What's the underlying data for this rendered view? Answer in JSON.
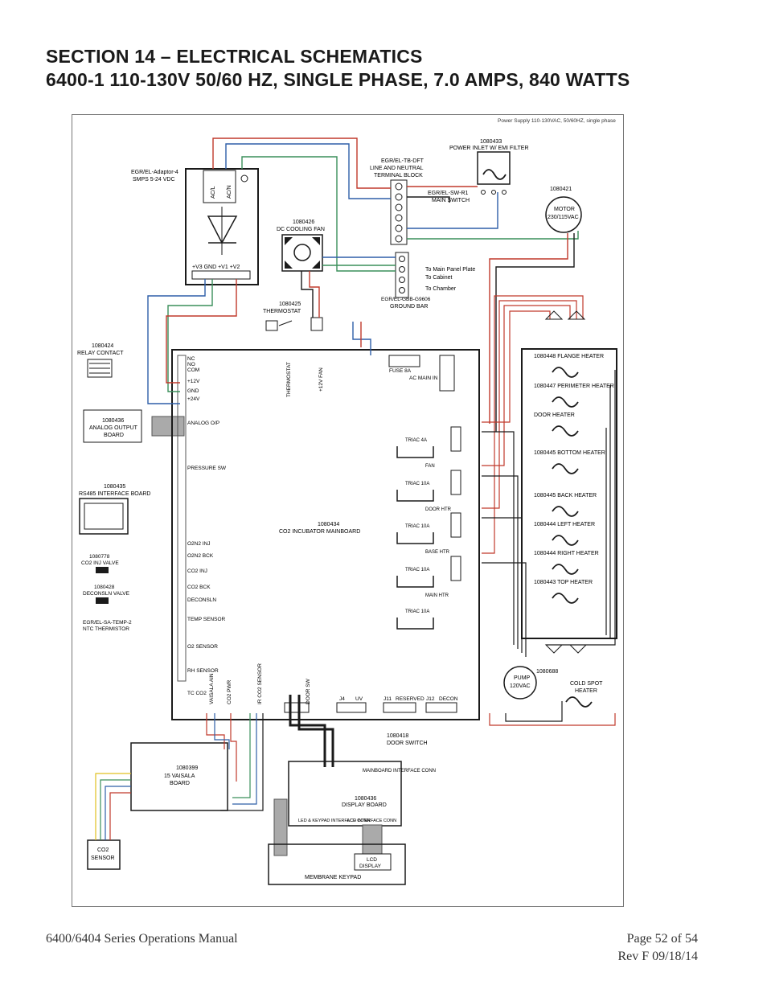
{
  "header": {
    "section_title": "SECTION 14 – ELECTRICAL SCHEMATICS",
    "model_title": "6400-1 110-130V 50/60 HZ, SINGLE PHASE, 7.0 AMPS, 840 WATTS"
  },
  "schematic": {
    "power_supply_note": "Power Supply 110-130VAC, 50/60HZ, single phase",
    "power_inlet": {
      "part": "1080433",
      "label": "POWER INLET W/ EMI FILTER"
    },
    "terminal_block": {
      "part": "EGR/EL-TB-DFT",
      "label1": "LINE AND NEUTRAL",
      "label2": "TERMINAL BLOCK"
    },
    "main_switch": {
      "part": "EGR/EL-SW-R1",
      "label": "MAIN SWITCH"
    },
    "smps": {
      "part": "EGR/EL-Adaptor-4",
      "label": "SMPS 5-24 VDC",
      "terminals": "+V3 GND  +V1 +V2",
      "ac_l": "AC/L",
      "ac_n": "AC/N"
    },
    "cooling_fan": {
      "part": "1080426",
      "label": "DC COOLING FAN"
    },
    "motor": {
      "part": "1080421",
      "label1": "MOTOR",
      "label2": "230/115VAC"
    },
    "ground_bar": {
      "part": "EGR/EL-GBB-G9606",
      "label": "GROUND BAR",
      "to_panel": "To Main Panel Plate",
      "to_cabinet": "To Cabinet",
      "to_chamber": "To Chamber"
    },
    "thermostat": {
      "part": "1080425",
      "label": "THERMOSTAT"
    },
    "relay_contact": {
      "part": "1080424",
      "label": "RELAY CONTACT"
    },
    "analog_output": {
      "part": "1080436",
      "label1": "ANALOG OUTPUT",
      "label2": "BOARD"
    },
    "rs485": {
      "part": "1080435",
      "label": "RS485 INTERFACE BOARD"
    },
    "mainboard": {
      "part": "1080434",
      "label": "CO2 INCUBATOR MAINBOARD",
      "fuse": "FUSE 8A",
      "ac_main_in": "AC MAIN IN"
    },
    "mainboard_pins": [
      "NC",
      "NO",
      "COM",
      "+12V",
      "GND",
      "+24V",
      "ANALOG O/P",
      "PRESSURE SW",
      "O2N2 INJ",
      "O2N2 BCK",
      "CO2 INJ",
      "CO2 BCK",
      "DECONSLN",
      "TEMP SENSOR",
      "O2 SENSOR",
      "RH SENSOR",
      "TC CO2"
    ],
    "triacs": [
      {
        "label": "TRIAC 4A",
        "output": "FAN"
      },
      {
        "label": "TRIAC 10A",
        "output": "DOOR HTR"
      },
      {
        "label": "TRIAC 10A",
        "output": "BASE HTR"
      },
      {
        "label": "TRIAC 10A",
        "output": "MAIN HTR"
      },
      {
        "label": "TRIAC 10A",
        "output": ""
      }
    ],
    "heaters": [
      "1080448 FLANGE HEATER",
      "1080447 PERIMETER HEATER",
      "DOOR HEATER",
      "1080445 BOTTOM HEATER",
      "1080445 BACK HEATER",
      "1080444 LEFT HEATER",
      "1080444 RIGHT HEATER",
      "1080443 TOP HEATER"
    ],
    "co2_inj_valve": {
      "part": "1080778",
      "label": "CO2 INJ VALVE"
    },
    "deconsln_valve": {
      "part": "1080428",
      "label": "DECONSLN VALVE"
    },
    "ntc": {
      "part": "EGR/EL-SA-TEMP-2",
      "label": "NTC THERMISTOR"
    },
    "pump": {
      "part": "1080688",
      "label1": "PUMP",
      "label2": "120VAC"
    },
    "cold_spot": {
      "label1": "COLD SPOT",
      "label2": "HEATER"
    },
    "vaisala": {
      "part": "1080399",
      "label1": "15 VAISALA",
      "label2": "BOARD"
    },
    "co2_sensor": {
      "label1": "CO2",
      "label2": "SENSOR"
    },
    "door_switch": {
      "part": "1080418",
      "label": "DOOR SWITCH"
    },
    "display_board": {
      "part": "1080436",
      "label": "DISPLAY BOARD",
      "mb_interface": "MAINBOARD INTERFACE CONN",
      "led_keypad": "LED & KEYPAD INTERFACE CONN",
      "lcd_interface": "LCD INTERFACE CONN"
    },
    "lcd": {
      "label1": "LCD",
      "label2": "DISPLAY"
    },
    "membrane_keypad": "MEMBRANE KEYPAD",
    "bottom_connectors": {
      "j4": "J4",
      "uv": "UV",
      "j11": "J11",
      "reserved": "RESERVED",
      "j12": "J12",
      "decon": "DECON"
    },
    "vertical_labels": {
      "thermostat": "THERMOSTAT",
      "v12fan": "+12V FAN",
      "vaisala": "VAISALA AIN",
      "co2pwr": "CO2 PWR",
      "co2sensor": "IR CO2 SENSOR",
      "doorsw": "DOOR SW"
    }
  },
  "footer": {
    "manual": "6400/6404 Series Operations Manual",
    "page": "Page 52 of 54",
    "revision": "Rev F 09/18/14"
  },
  "colors": {
    "red_wire": "#c0392b",
    "blue_wire": "#2e5fa8",
    "green_wire": "#3a8f5a",
    "black_wire": "#1a1a1a"
  }
}
